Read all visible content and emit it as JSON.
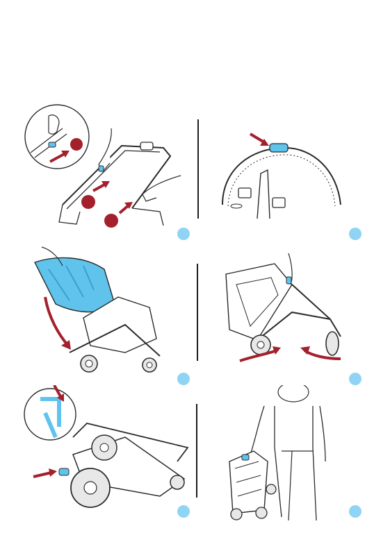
{
  "colors": {
    "line": "#2a2a2a",
    "accent_blue": "#5fc3ec",
    "step_dot": "#8fd4f5",
    "arrow_red": "#a3202c",
    "wheel_gray": "#e8e8e8",
    "canopy_dark": "#3a9fcf"
  },
  "icons": {
    "callout": "magnifier-callout-icon",
    "push_arrow": "red-arrow-icon",
    "rotate_arrow": "curved-red-arrow-icon",
    "step_marker": "step-number-dot-icon"
  },
  "steps": [
    {
      "id": "step-1",
      "action_markers": 3
    },
    {
      "id": "step-2",
      "action_markers": 0
    },
    {
      "id": "step-3",
      "action_markers": 0
    },
    {
      "id": "step-4",
      "action_markers": 0
    },
    {
      "id": "step-5",
      "action_markers": 0
    },
    {
      "id": "step-6",
      "action_markers": 0
    }
  ]
}
